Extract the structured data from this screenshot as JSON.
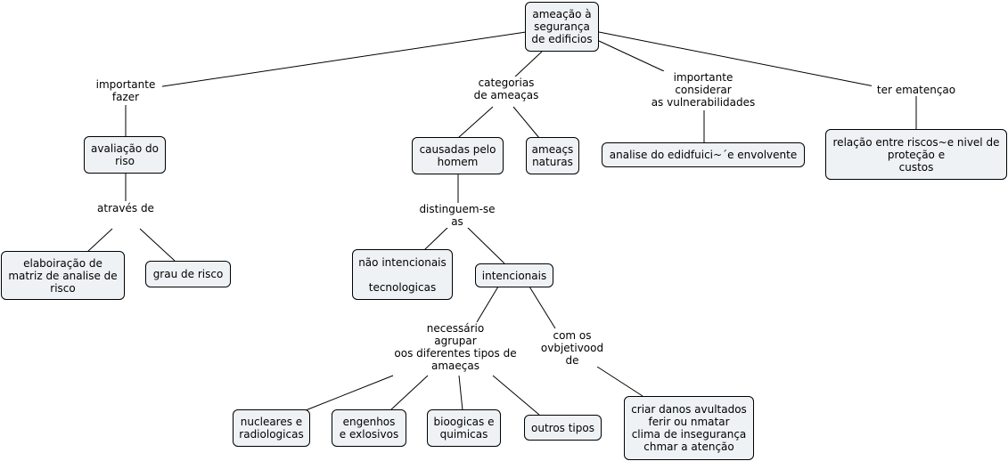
{
  "nodes": {
    "root": "ameação à\nsegurança\nde edificios",
    "avaliacao": "avaliação do\nriso",
    "elaboracao": "elaboiração de\nmatriz de analise de\nrisco",
    "grau": "grau de risco",
    "causadas": "causadas pelo\nhomem",
    "ameacs": "ameaçs\nnaturas",
    "nao_intencionais": "não intencionais\n\ntecnologicas",
    "intencionais": "intencionais",
    "nucleares": "nucleares e\nradiologicas",
    "engenhos": "engenhos\ne exlosivos",
    "bioogicas": "bioogicas e\nquimicas",
    "outros": "outros tipos",
    "criar": "criar danos avultados\nferir ou nmatar\nclima de insegurança\nchmar a atenção",
    "analise": "analise do edidfuici~´e envolvente",
    "relacao": "relação entre riscos~e nivel de\nproteção e\ncustos"
  },
  "links": {
    "importante_fazer": "importante\nfazer",
    "atraves_de": "através de",
    "categorias": "categorias\nde ameaças",
    "distinguem": "distinguem-se\nas",
    "necessario": "necessário\nagrupar\noos diferentes tipos de\namaeças",
    "com_os": "com os\novbjetivood\nde",
    "importante_considerar": "importante\nconsiderar\nas vulnerabilidades",
    "ter_ematencao": "ter ematençao"
  }
}
